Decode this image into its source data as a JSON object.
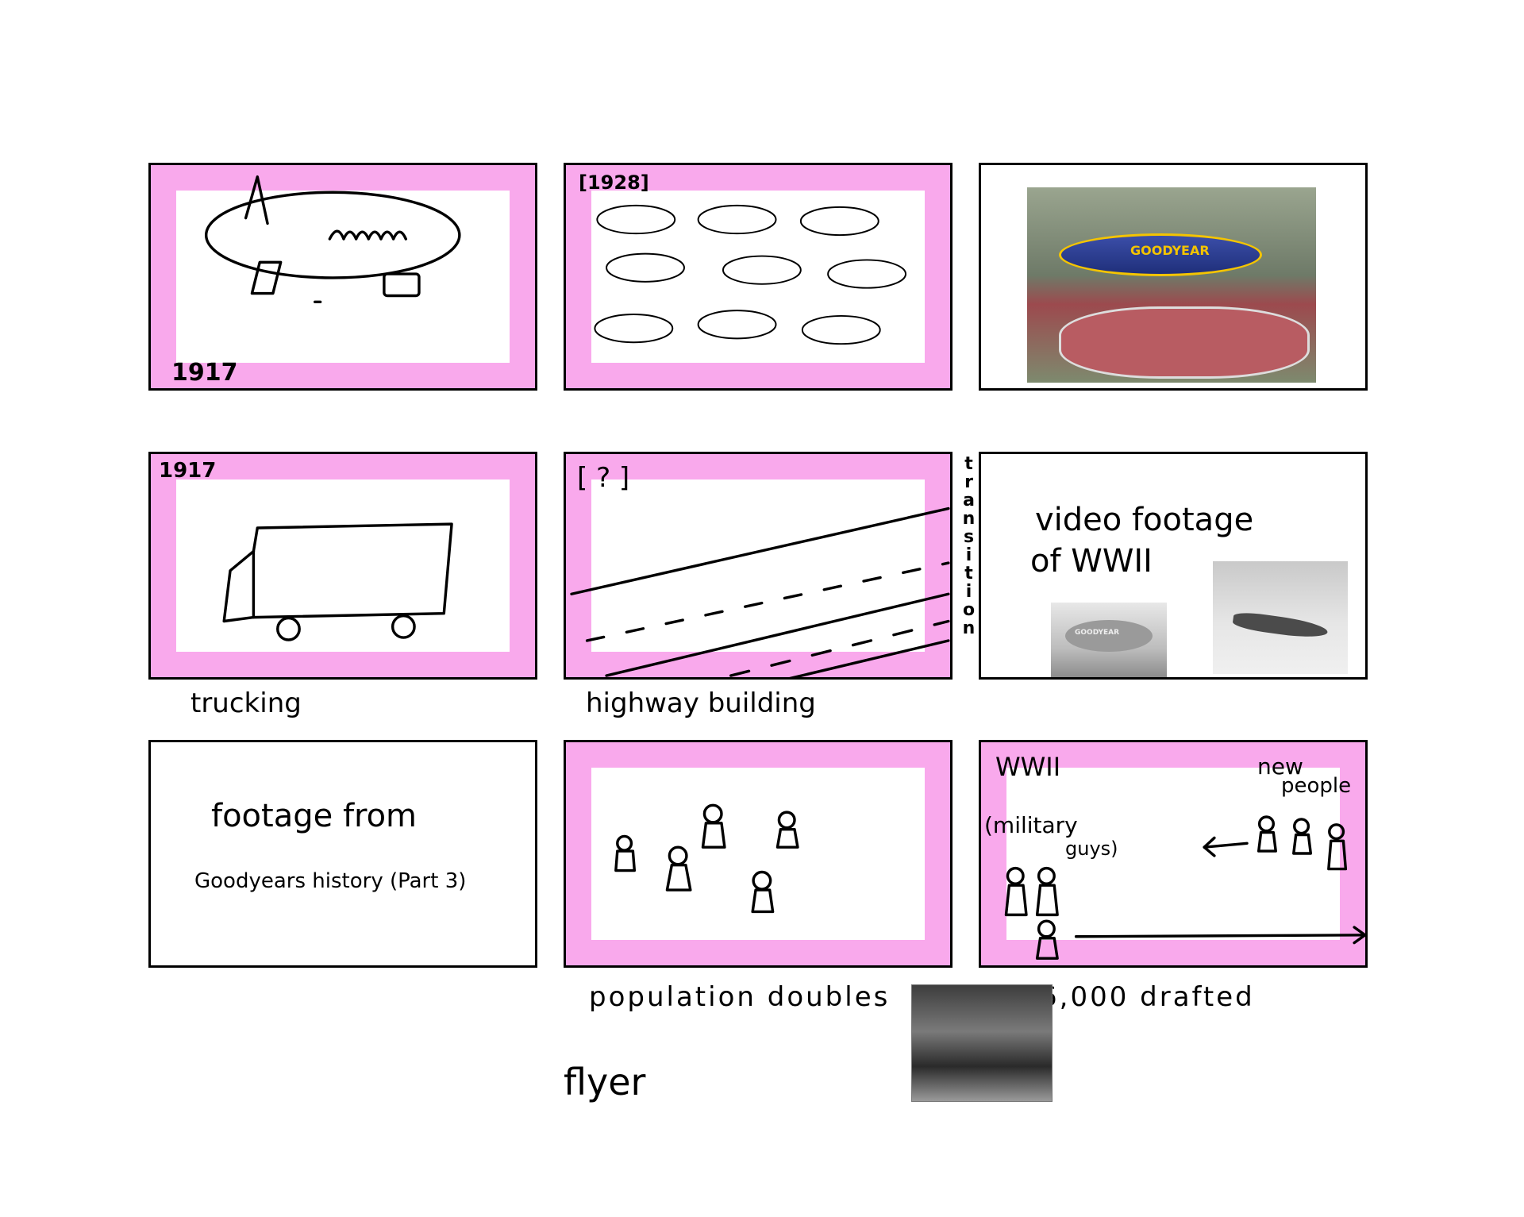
{
  "panels": {
    "p1": {
      "caption": "1917"
    },
    "p2": {
      "caption": "[1928]"
    },
    "p3": {
      "photo_text": "GOODYEAR"
    },
    "p4": {
      "caption": "1917",
      "below": "trucking"
    },
    "p5": {
      "caption": "[ ? ]",
      "below": "highway building",
      "side": "transition"
    },
    "p6": {
      "line1": "video footage",
      "line2": "of WWII",
      "photo_text": "GOODYEAR"
    },
    "p7": {
      "line1": "footage from",
      "line2": "Goodyears history (Part 3)"
    },
    "p8": {
      "below": "population doubles"
    },
    "p9": {
      "label_wwii": "WWII",
      "label_new1": "new",
      "label_new2": "people",
      "label_mil1": "(military",
      "label_mil2": "guys)",
      "below": "6,000 drafted"
    }
  },
  "footer": {
    "flyer": "flyer"
  },
  "colors": {
    "pink": "#f9a9ec",
    "ink": "#000000"
  }
}
